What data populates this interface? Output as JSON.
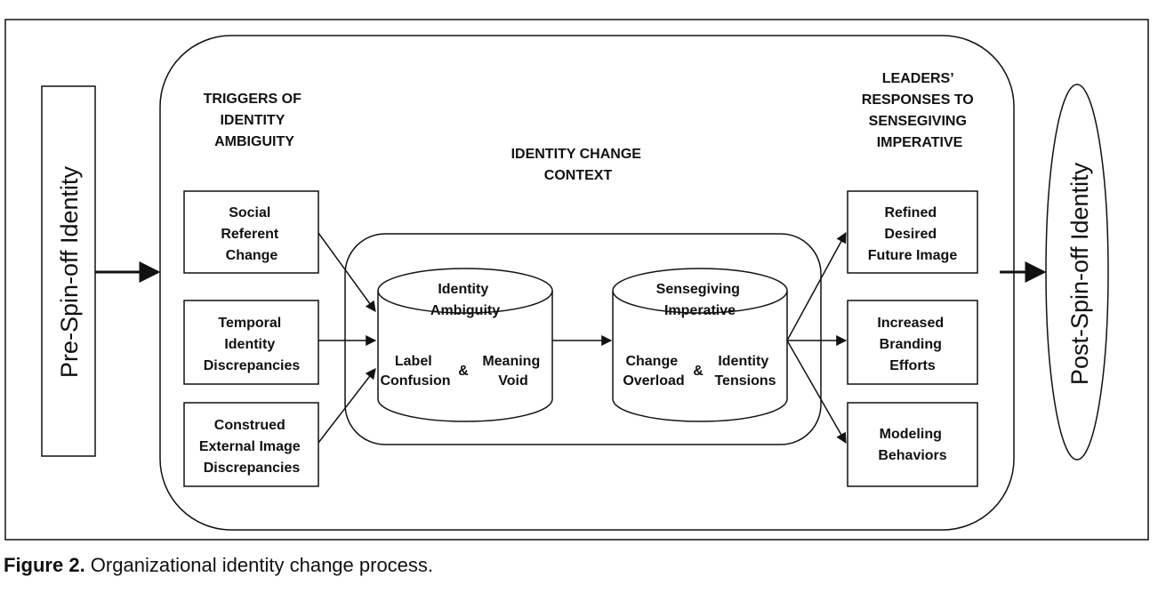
{
  "left_box": "Pre-Spin-off Identity",
  "right_ellipse": "Post-Spin-off Identity",
  "triggers_heading": [
    "TRIGGERS OF",
    "IDENTITY",
    "AMBIGUITY"
  ],
  "context_heading": [
    "IDENTITY CHANGE",
    "CONTEXT"
  ],
  "responses_heading": [
    "LEADERS’",
    "RESPONSES TO",
    "SENSEGIVING",
    "IMPERATIVE"
  ],
  "triggers": [
    [
      "Social",
      "Referent",
      "Change"
    ],
    [
      "Temporal",
      "Identity",
      "Discrepancies"
    ],
    [
      "Construed",
      "External Image",
      "Discrepancies"
    ]
  ],
  "ambiguity": {
    "title": [
      "Identity",
      "Ambiguity"
    ],
    "left": [
      "Label",
      "Confusion"
    ],
    "amp": "&",
    "right": [
      "Meaning",
      "Void"
    ]
  },
  "sensegiving": {
    "title": [
      "Sensegiving",
      "Imperative"
    ],
    "left": [
      "Change",
      "Overload"
    ],
    "amp": "&",
    "right": [
      "Identity",
      "Tensions"
    ]
  },
  "responses": [
    [
      "Refined",
      "Desired",
      "Future Image"
    ],
    [
      "Increased",
      "Branding",
      "Efforts"
    ],
    [
      "Modeling",
      "Behaviors"
    ]
  ],
  "caption": {
    "label": "Figure 2.",
    "text": " Organizational identity change process."
  }
}
